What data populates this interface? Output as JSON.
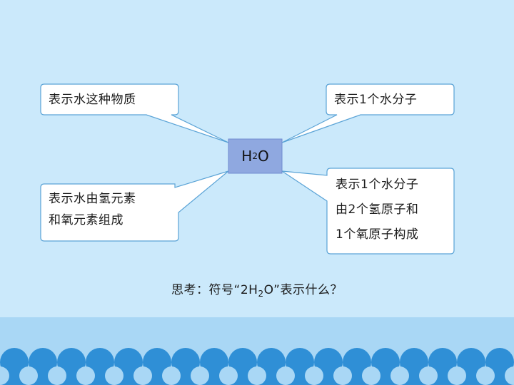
{
  "formula": {
    "base": "H",
    "sub": "2",
    "tail": "O"
  },
  "callouts": {
    "top_left": "表示水这种物质",
    "top_right": "表示1个水分子",
    "bottom_left": [
      "表示水由氢元素",
      "和氧元素组成"
    ],
    "bottom_right": [
      "表示1个水分子",
      "由2个氢原子和",
      "1个氧原子构成"
    ]
  },
  "question": {
    "prefix": "思考：符号“2H",
    "sub": "2",
    "suffix": "O”表示什么？"
  },
  "colors": {
    "background": "#cbe9fb",
    "formula_box": "#8fa8e0",
    "callout_fill": "#ffffff",
    "callout_border": "#5aa3d6",
    "wave_light": "#a9d7f5",
    "wave_dark": "#2f8fd6"
  }
}
